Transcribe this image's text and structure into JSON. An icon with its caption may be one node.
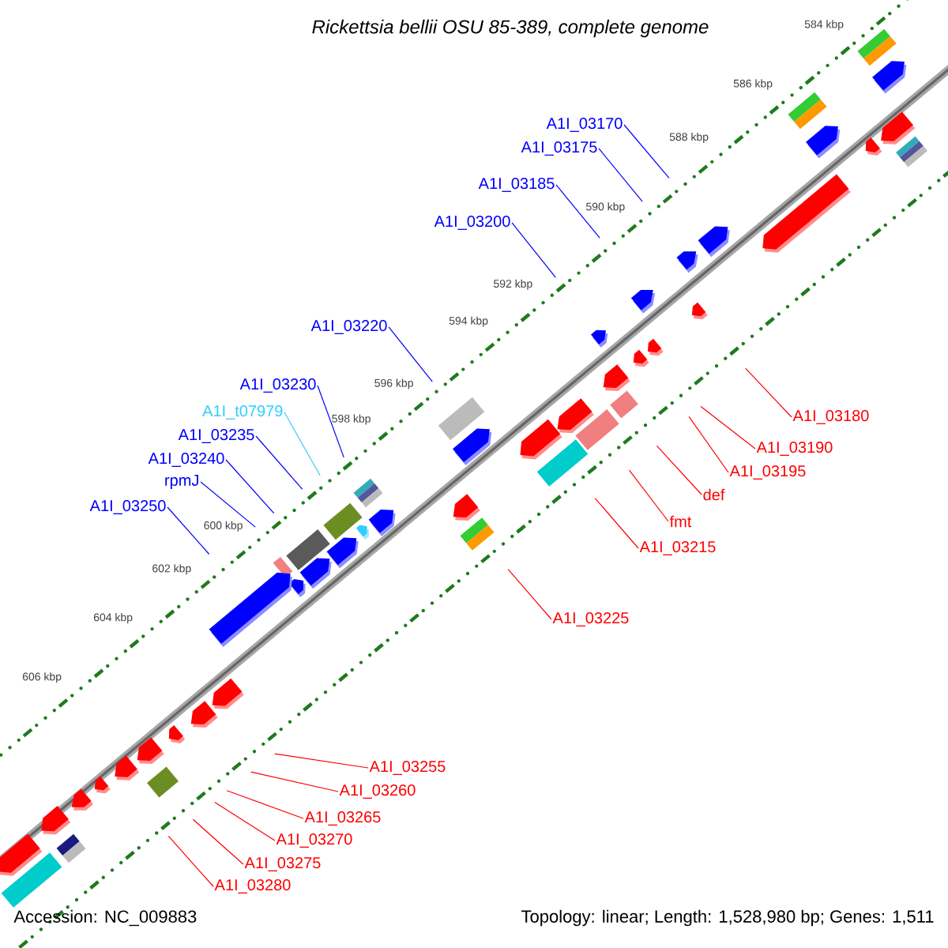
{
  "diagram": {
    "title": "Rickettsia bellii OSU 85-389, complete genome",
    "nodes": [
      {
        "text": [
          "A1I_03170"
        ]
      },
      {
        "text": [
          "A1I_03175"
        ]
      },
      {
        "text": [
          "A1I_03185"
        ]
      },
      {
        "text": [
          "A1I_03200"
        ]
      },
      {
        "text": [
          "A1I_03220"
        ]
      },
      {
        "text": [
          "A1I_03230"
        ]
      },
      {
        "text": [
          "A1I_t07979"
        ]
      },
      {
        "text": [
          "A1I_03235"
        ]
      },
      {
        "text": [
          "A1I_03240"
        ]
      },
      {
        "text": [
          "rpmJ"
        ]
      },
      {
        "text": [
          "A1I_03250"
        ]
      },
      {
        "text": [
          "A1I_03180"
        ]
      },
      {
        "text": [
          "A1I_03190"
        ]
      },
      {
        "text": [
          "A1I_03195"
        ]
      },
      {
        "text": [
          "def"
        ]
      },
      {
        "text": [
          "fmt"
        ]
      },
      {
        "text": [
          "A1I_03215"
        ]
      },
      {
        "text": [
          "A1I_03225"
        ]
      },
      {
        "text": [
          "A1I_03255"
        ]
      },
      {
        "text": [
          "A1I_03260"
        ]
      },
      {
        "text": [
          "A1I_03265"
        ]
      },
      {
        "text": [
          "A1I_03270"
        ]
      },
      {
        "text": [
          "A1I_03275"
        ]
      },
      {
        "text": [
          "A1I_03280"
        ]
      }
    ],
    "edges": [
      {
        "from": 0,
        "to": null,
        "arrow": "none",
        "color": "#0000ff"
      },
      {
        "from": 1,
        "to": null,
        "arrow": "none",
        "color": "#0000ff"
      },
      {
        "from": 2,
        "to": null,
        "arrow": "none",
        "color": "#0000ff"
      },
      {
        "from": 3,
        "to": null,
        "arrow": "none",
        "color": "#0000ff"
      },
      {
        "from": 4,
        "to": null,
        "arrow": "none",
        "color": "#0000ff"
      },
      {
        "from": 5,
        "to": null,
        "arrow": "none",
        "color": "#0000ff"
      },
      {
        "from": 6,
        "to": null,
        "arrow": "none",
        "color": "#33ccff"
      },
      {
        "from": 7,
        "to": null,
        "arrow": "none",
        "color": "#0000ff"
      },
      {
        "from": 8,
        "to": null,
        "arrow": "none",
        "color": "#0000ff"
      },
      {
        "from": 9,
        "to": null,
        "arrow": "none",
        "color": "#0000ff"
      },
      {
        "from": 10,
        "to": null,
        "arrow": "none",
        "color": "#0000ff"
      },
      {
        "from": 11,
        "to": null,
        "arrow": "none"
      },
      {
        "from": 12,
        "to": null,
        "arrow": "none"
      },
      {
        "from": 13,
        "to": null,
        "arrow": "none"
      },
      {
        "from": 14,
        "to": null,
        "arrow": "none"
      },
      {
        "from": 15,
        "to": null,
        "arrow": "none"
      },
      {
        "from": 16,
        "to": null,
        "arrow": "none"
      },
      {
        "from": 17,
        "to": null,
        "arrow": "none"
      },
      {
        "from": 18,
        "to": null,
        "arrow": "none"
      },
      {
        "from": 19,
        "to": null,
        "arrow": "none"
      },
      {
        "from": 20,
        "to": null,
        "arrow": "none"
      },
      {
        "from": 21,
        "to": null,
        "arrow": "none"
      },
      {
        "from": 22,
        "to": null,
        "arrow": "none"
      },
      {
        "from": 23,
        "to": null,
        "arrow": "none"
      }
    ],
    "labels": [
      "584 kbp",
      "586 kbp",
      "588 kbp",
      "590 kbp",
      "592 kbp",
      "594 kbp",
      "596 kbp",
      "598 kbp",
      "600 kbp",
      "602 kbp",
      "604 kbp",
      "606 kbp",
      "Accession: NC_009883",
      "Topology: linear; Length: 1,528,980 bp; Genes: 1,511"
    ]
  }
}
